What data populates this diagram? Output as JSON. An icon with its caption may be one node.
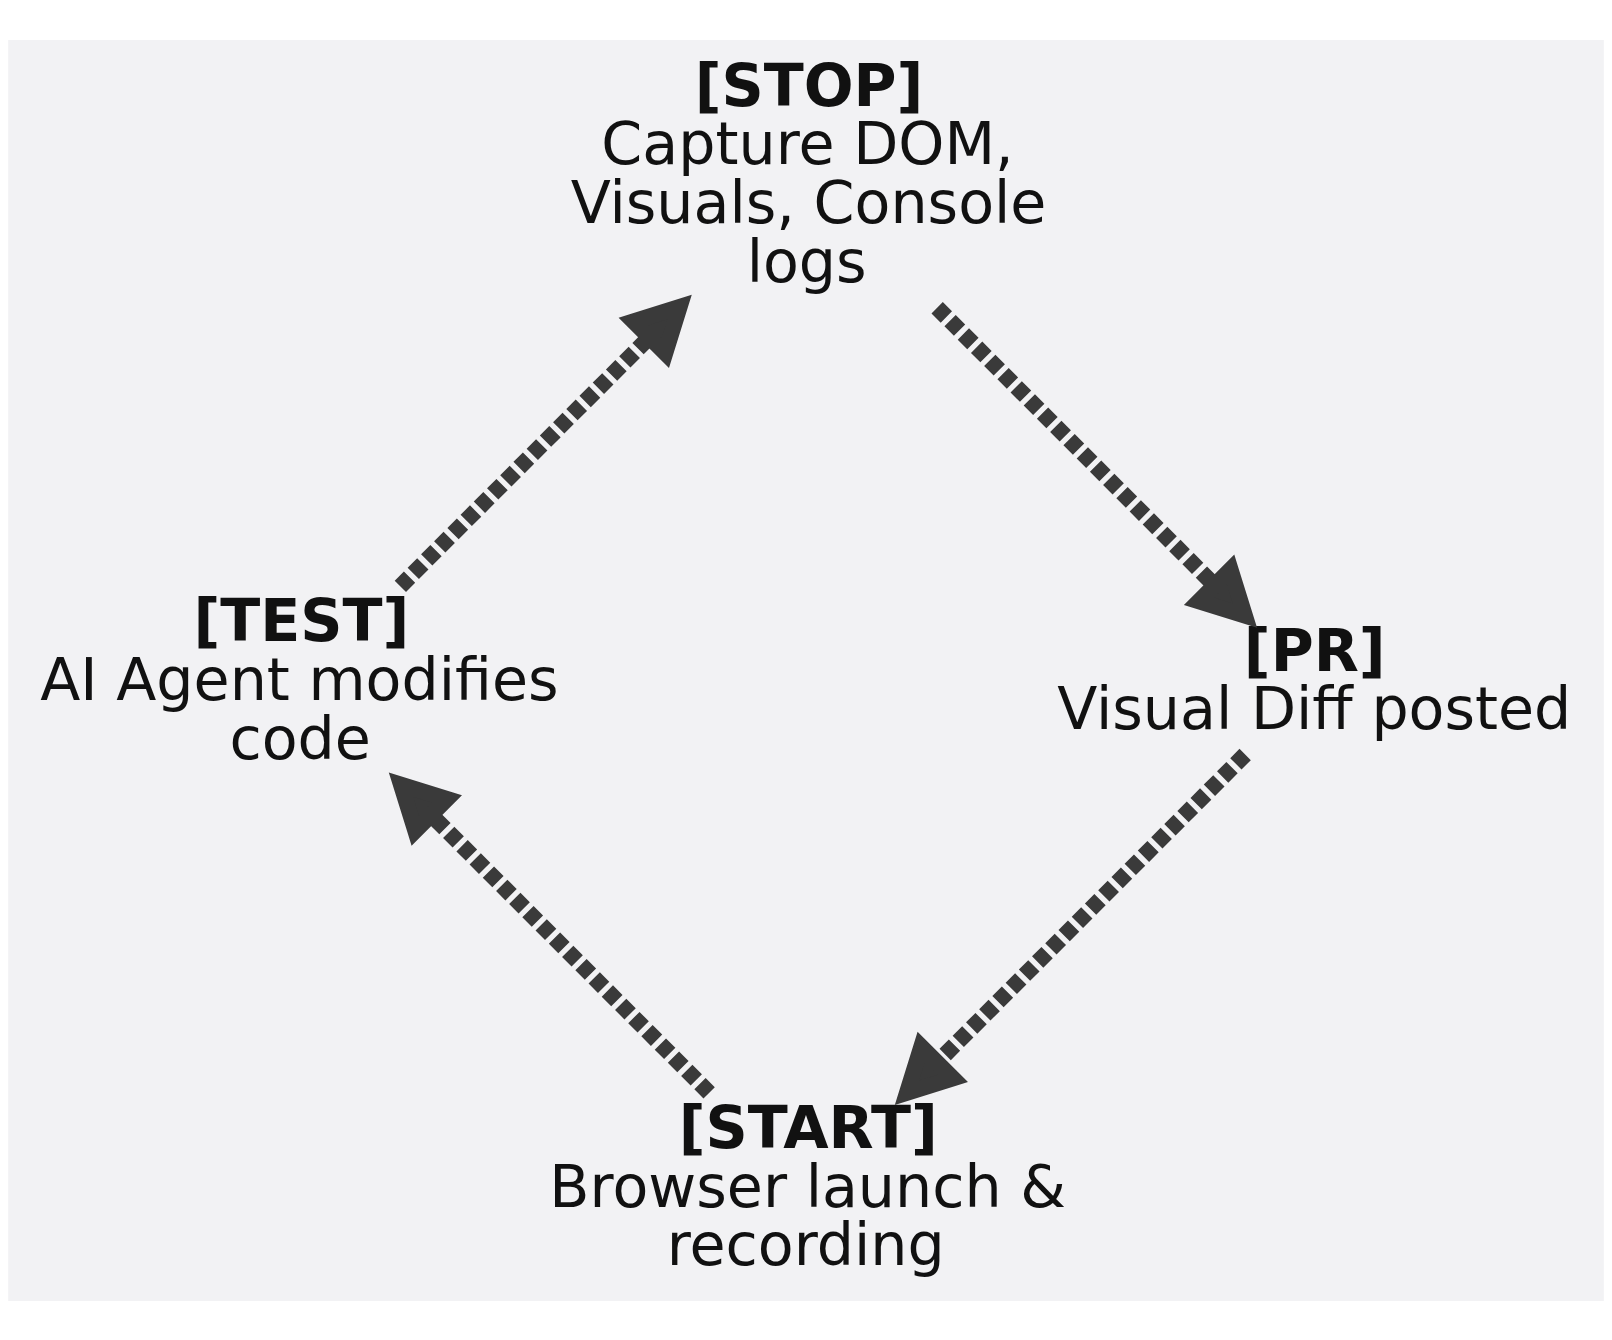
{
  "diagram": {
    "nodes": [
      {
        "text": [
          "[START]",
          "Browser launch & recording"
        ]
      },
      {
        "text": [
          "[TEST]",
          "AI Agent modifies code"
        ]
      },
      {
        "text": [
          "[STOP]",
          "Capture DOM, Visuals, Console logs"
        ]
      },
      {
        "text": [
          "[PR]",
          "Visual Diff posted"
        ]
      }
    ],
    "edges": [
      {
        "from": 0,
        "to": 1,
        "arrow": "to",
        "style": "dashed"
      },
      {
        "from": 1,
        "to": 2,
        "arrow": "to",
        "style": "dashed"
      },
      {
        "from": 2,
        "to": 3,
        "arrow": "to",
        "style": "dashed"
      },
      {
        "from": 3,
        "to": 0,
        "arrow": "to",
        "style": "dashed"
      }
    ]
  }
}
